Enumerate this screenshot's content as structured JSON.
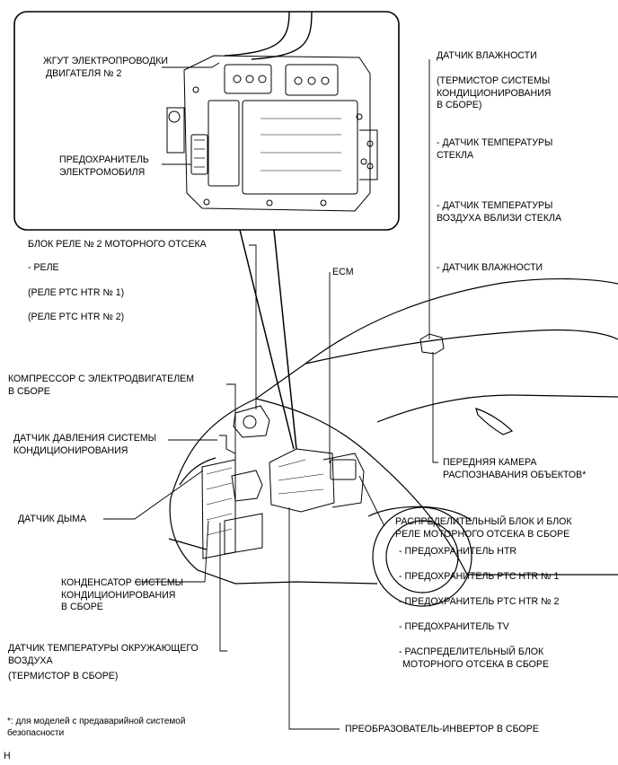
{
  "inset": {
    "harness": [
      "ЖГУТ ЭЛЕКТРОПРОВОДКИ",
      "ДВИГАТЕЛЯ № 2"
    ],
    "ev_fuse": [
      "ПРЕДОХРАНИТЕЛЬ",
      "ЭЛЕКТРОМОБИЛЯ"
    ]
  },
  "left": {
    "relay_block_title": "БЛОК РЕЛЕ № 2 МОТОРНОГО ОТСЕКА",
    "relay": "- РЕЛЕ",
    "relay_ptc1": "(РЕЛЕ PTC HTR № 1)",
    "relay_ptc2": "(РЕЛЕ PTC HTR № 2)",
    "compressor": [
      "КОМПРЕССОР С ЭЛЕКТРОДВИГАТЕЛЕМ",
      "В СБОРЕ"
    ],
    "pressure_sensor": [
      "ДАТЧИК ДАВЛЕНИЯ СИСТЕМЫ",
      "КОНДИЦИОНИРОВАНИЯ"
    ],
    "smoke_sensor": "ДАТЧИК ДЫМА",
    "condenser": [
      "КОНДЕНСАТОР СИСТЕМЫ",
      "КОНДИЦИОНИРОВАНИЯ",
      "В СБОРЕ"
    ],
    "ambient_sensor": [
      "ДАТЧИК ТЕМПЕРАТУРЫ ОКРУЖАЮЩЕГО",
      "ВОЗДУХА"
    ],
    "thermistor": "(ТЕРМИСТОР В СБОРЕ)"
  },
  "right": {
    "humidity_title": "ДАТЧИК ВЛАЖНОСТИ",
    "thermistor_ac": [
      "(ТЕРМИСТОР СИСТЕМЫ",
      "КОНДИЦИОНИРОВАНИЯ",
      "В СБОРЕ)"
    ],
    "glass_temp": [
      "- ДАТЧИК ТЕМПЕРАТУРЫ",
      "СТЕКЛА"
    ],
    "air_temp": [
      "- ДАТЧИК ТЕМПЕРАТУРЫ",
      "ВОЗДУХА ВБЛИЗИ СТЕКЛА"
    ],
    "humidity": "- ДАТЧИК ВЛАЖНОСТИ",
    "ecm": "ECM",
    "camera": [
      "ПЕРЕДНЯЯ КАМЕРА",
      "РАСПОЗНАВАНИЯ ОБЪЕКТОВ*"
    ],
    "junction": [
      "РАСПРЕДЕЛИТЕЛЬНЫЙ БЛОК И БЛОК",
      "РЕЛЕ МОТОРНОГО ОТСЕКА В СБОРЕ"
    ],
    "fuse_htr": "- ПРЕДОХРАНИТЕЛЬ HTR",
    "fuse_ptc1": "- ПРЕДОХРАНИТЕЛЬ PTC HTR № 1",
    "fuse_ptc2": "- ПРЕДОХРАНИТЕЛЬ PTC HTR № 2",
    "fuse_tv": "- ПРЕДОХРАНИТЕЛЬ TV",
    "engine_block": [
      "- РАСПРЕДЕЛИТЕЛЬНЫЙ БЛОК",
      "МОТОРНОГО ОТСЕКА В СБОРЕ"
    ],
    "inverter": "ПРЕОБРАЗОВАТЕЛЬ-ИНВЕРТОР В СБОРЕ"
  },
  "footnote": [
    "*: для моделей с предаварийной системой",
    "безопасности"
  ],
  "corner_mark": "H"
}
